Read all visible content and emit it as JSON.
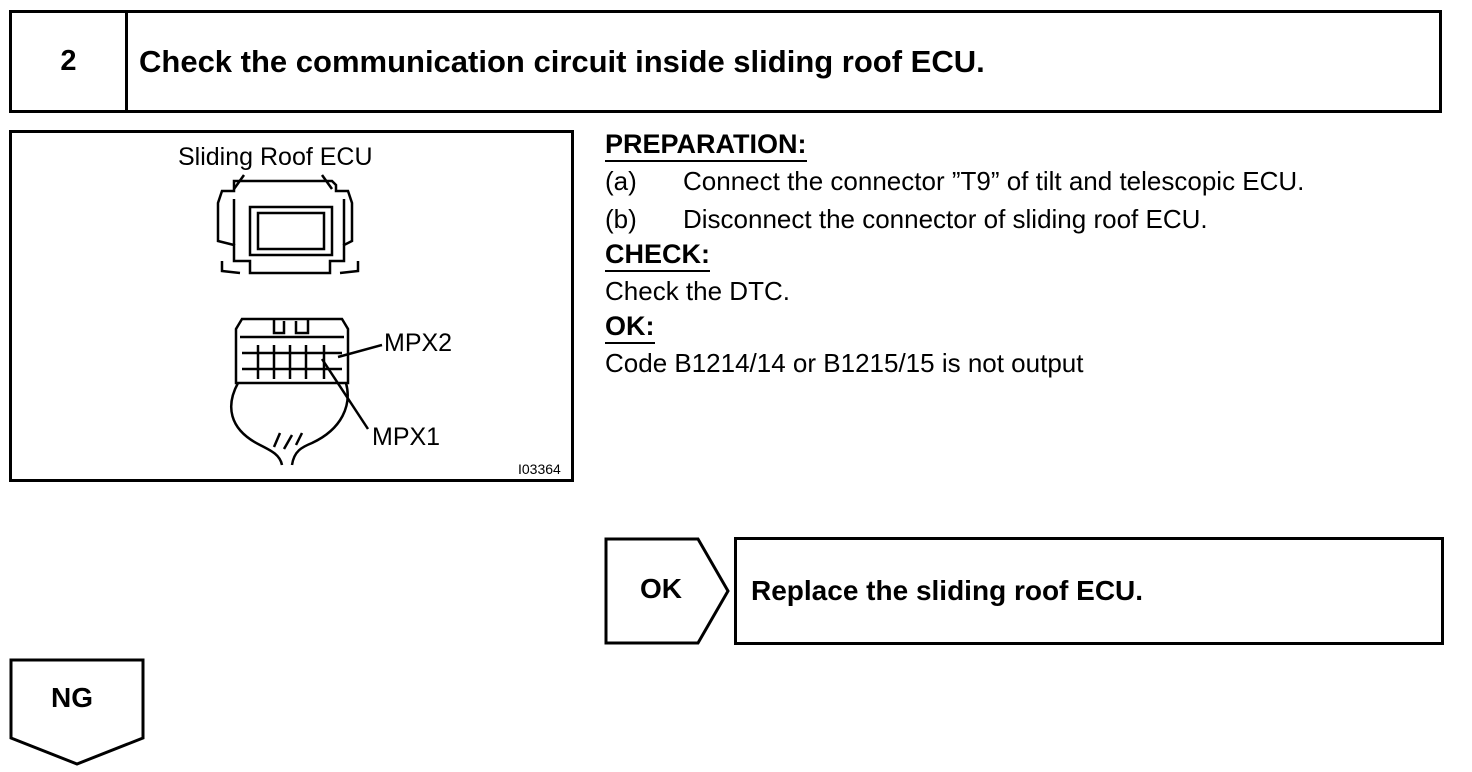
{
  "step": {
    "number": "2",
    "title": "Check the communication circuit inside sliding roof ECU."
  },
  "figure": {
    "ecu_label": "Sliding Roof ECU",
    "mpx2_label": "MPX2",
    "mpx1_label": "MPX1",
    "figure_code": "I03364"
  },
  "preparation": {
    "heading": "PREPARATION:",
    "steps": [
      {
        "marker": "(a)",
        "text": "Connect the connector ”T9” of tilt and telescopic ECU."
      },
      {
        "marker": "(b)",
        "text": "Disconnect the connector of sliding roof ECU."
      }
    ]
  },
  "check": {
    "heading": "CHECK:",
    "text": "Check the DTC."
  },
  "ok_criteria": {
    "heading": "OK:",
    "text": "Code B1214/14 or B1215/15 is not output"
  },
  "ok_branch": {
    "label": "OK",
    "action": "Replace the sliding roof ECU."
  },
  "ng_branch": {
    "label": "NG"
  }
}
